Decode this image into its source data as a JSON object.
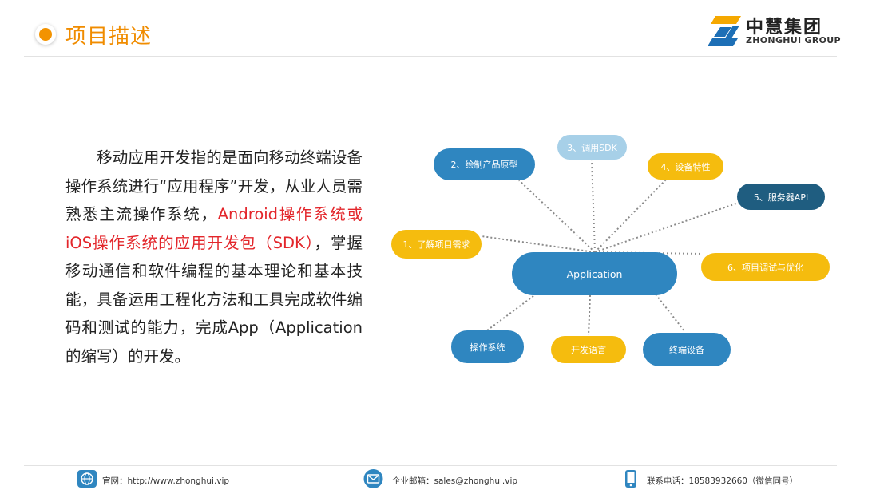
{
  "header": {
    "title": "项目描述",
    "logo_cn": "中慧集团",
    "logo_en": "ZHONGHUI GROUP",
    "accent_color": "#f08c00"
  },
  "description": {
    "part1": "移动应用开发指的是面向移动终端设备操作系统进行“应用程序”开发，从业人员需熟悉主流操作系统，",
    "highlight": "Android操作系统或iOS操作系统的应用开发包（SDK）",
    "part2": "，掌握移动通信和软件编程的基本理论和基本技能，具备运用工程化方法和工具完成软件编码和测试的能力，完成App（Application的缩写）的开发。",
    "highlight_color": "#e3262b"
  },
  "diagram": {
    "center": "Application",
    "nodes": [
      {
        "label": "2、绘制产品原型",
        "color": "#2f86c0"
      },
      {
        "label": "3、调用SDK",
        "color": "#a7d0e8"
      },
      {
        "label": "4、设备特性",
        "color": "#f5bc0e"
      },
      {
        "label": "5、服务器API",
        "color": "#1f5d80"
      },
      {
        "label": "1、了解项目需求",
        "color": "#f5bc0e"
      },
      {
        "label": "6、项目调试与优化",
        "color": "#f5bc0e"
      },
      {
        "label": "操作系统",
        "color": "#2f86c0"
      },
      {
        "label": "开发语言",
        "color": "#f5bc0e"
      },
      {
        "label": "终端设备",
        "color": "#2f86c0"
      }
    ]
  },
  "footer": {
    "website": "官网：http://www.zhonghui.vip",
    "email": "企业邮箱：sales@zhonghui.vip",
    "phone": "联系电话：18583932660（微信同号）",
    "icons": [
      "globe-icon",
      "mail-icon",
      "phone-icon"
    ]
  }
}
